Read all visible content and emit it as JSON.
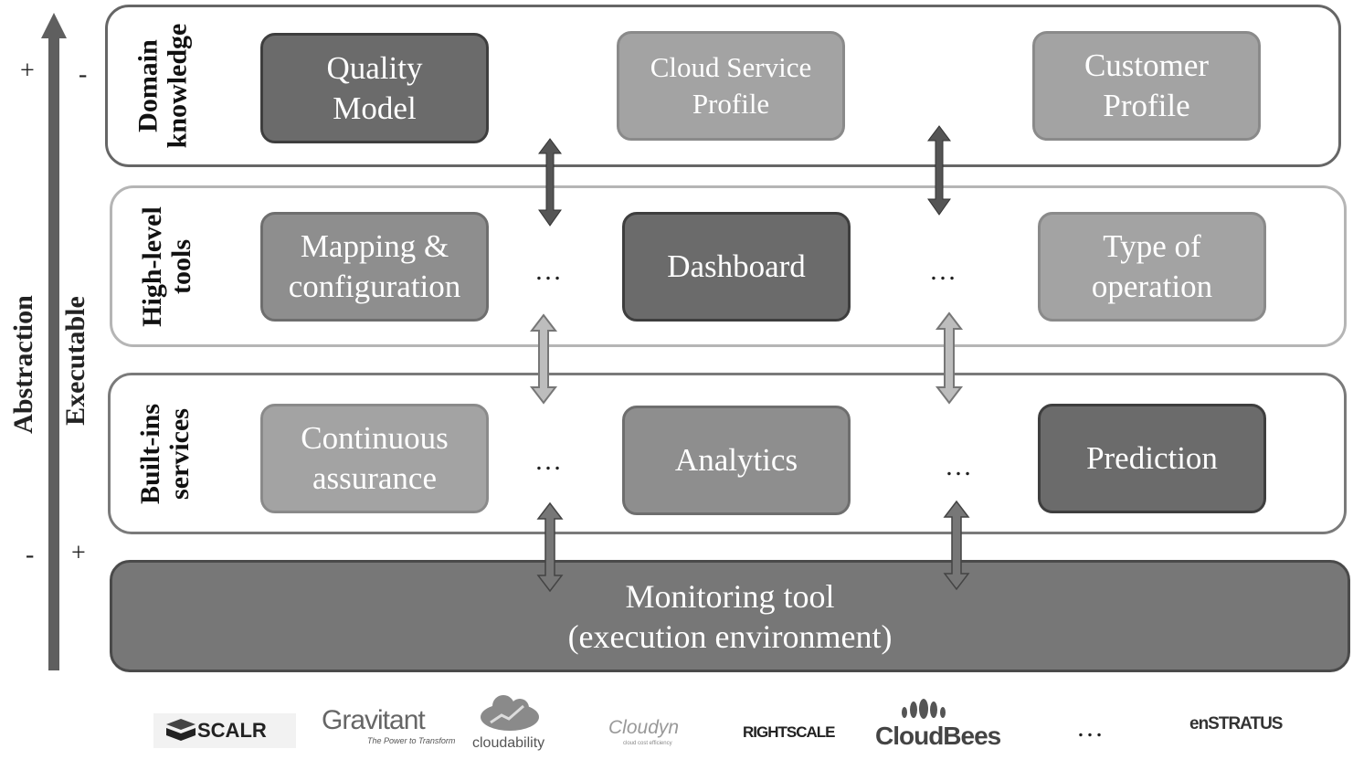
{
  "axes": {
    "abstraction": {
      "label": "Abstraction",
      "top_sign": "+",
      "bottom_sign": "-"
    },
    "executable": {
      "label": "Executable",
      "top_sign": "-",
      "bottom_sign": "+"
    }
  },
  "layers": {
    "domain": {
      "label_lines": [
        "Domain",
        "knowledge"
      ],
      "boxes": [
        {
          "lines": [
            "Quality",
            "Model"
          ]
        },
        {
          "lines": [
            "Cloud Service",
            "Profile"
          ]
        },
        {
          "lines": [
            "Customer",
            "Profile"
          ]
        }
      ]
    },
    "highlevel": {
      "label_lines": [
        "High-level",
        "tools"
      ],
      "boxes": [
        {
          "lines": [
            "Mapping &",
            "configuration"
          ]
        },
        {
          "lines": [
            "Dashboard"
          ]
        },
        {
          "lines": [
            "Type of",
            "operation"
          ]
        }
      ],
      "ellipsis": "…"
    },
    "builtins": {
      "label_lines": [
        "Built-ins",
        "services"
      ],
      "boxes": [
        {
          "lines": [
            "Continuous",
            "assurance"
          ]
        },
        {
          "lines": [
            "Analytics"
          ]
        },
        {
          "lines": [
            "Prediction"
          ]
        }
      ],
      "ellipsis": "…"
    }
  },
  "monitoring": {
    "lines": [
      "Monitoring tool",
      "(execution environment)"
    ]
  },
  "logos": {
    "scalr": "SCALR",
    "gravitant": "Gravitant",
    "gravitant_tagline": "The Power to Transform",
    "cloudability": "cloudability",
    "cloudyn": "Cloudyn",
    "cloudyn_tagline": "cloud cost efficiency",
    "rightscale": "RIGHTSCALE",
    "cloudbees": "CloudBees",
    "ellipsis": "…",
    "enstratus": "enSTRATUS"
  }
}
